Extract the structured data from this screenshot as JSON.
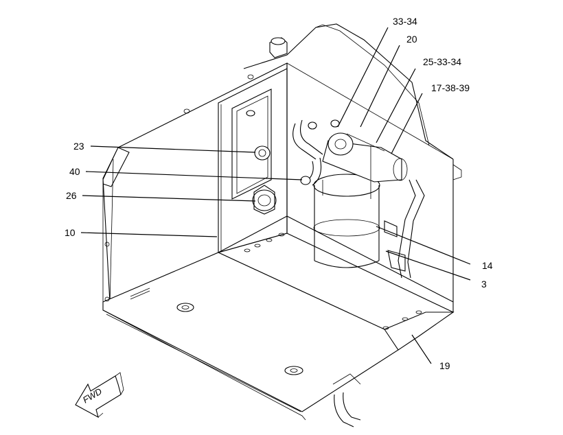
{
  "callouts": [
    {
      "id": "c33-34",
      "label": "33-34"
    },
    {
      "id": "c20",
      "label": "20"
    },
    {
      "id": "c25-33-34",
      "label": "25-33-34"
    },
    {
      "id": "c17-38-39",
      "label": "17-38-39"
    },
    {
      "id": "c23",
      "label": "23"
    },
    {
      "id": "c40",
      "label": "40"
    },
    {
      "id": "c26",
      "label": "26"
    },
    {
      "id": "c10",
      "label": "10"
    },
    {
      "id": "c14",
      "label": "14"
    },
    {
      "id": "c3",
      "label": "3"
    },
    {
      "id": "c19",
      "label": "19"
    }
  ],
  "direction_arrow": {
    "label": "FWD"
  }
}
